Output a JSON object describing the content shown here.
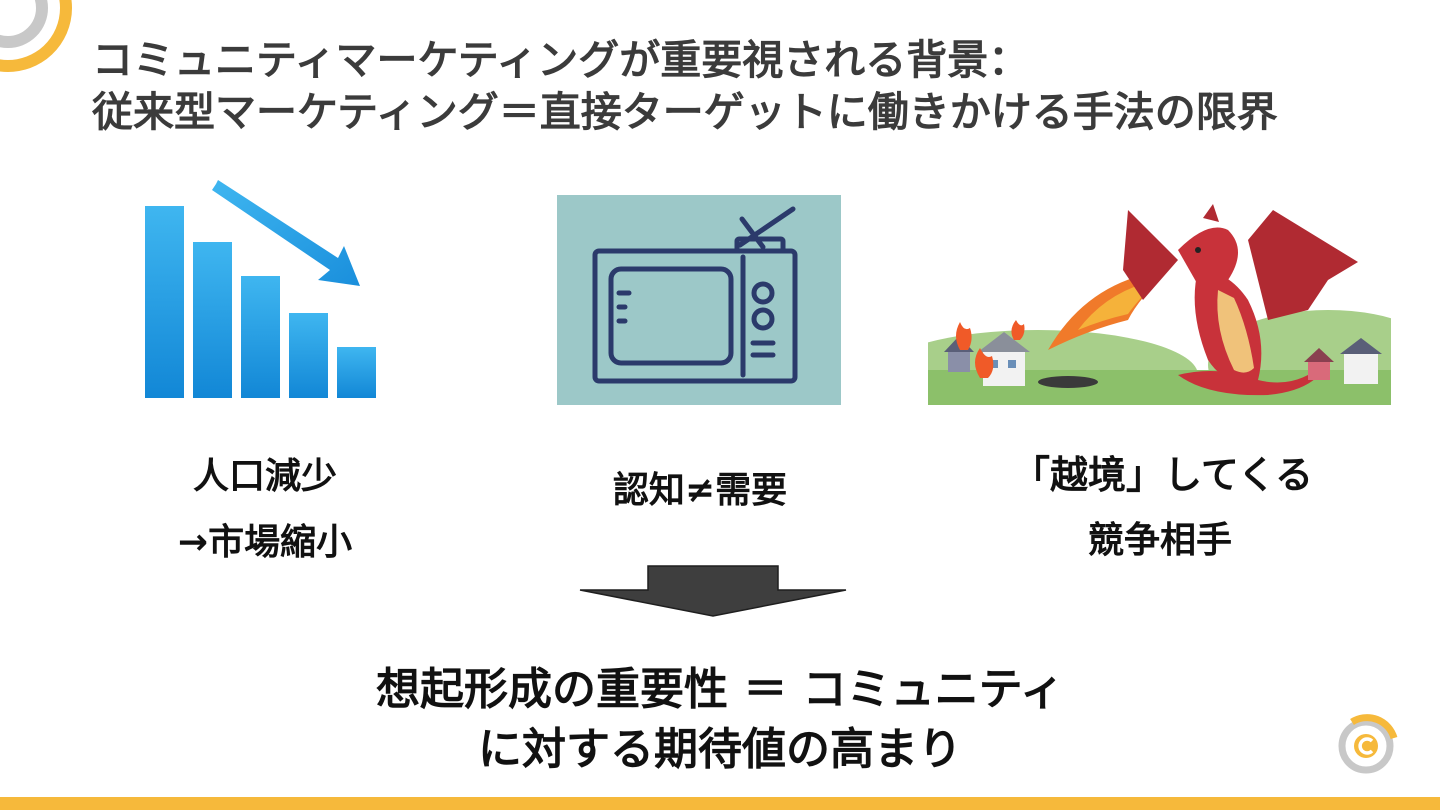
{
  "slide": {
    "title_line1": "コミュニティマーケティングが重要視される背景：",
    "title_line2": "従来型マーケティング＝直接ターゲットに働きかける手法の限界",
    "columns": [
      {
        "icon": "declining-bar-chart",
        "caption_line1": "人口減少",
        "caption_line2": "→市場縮小"
      },
      {
        "icon": "television",
        "caption_line1": "認知≠需要"
      },
      {
        "icon": "dragon-attacking-town",
        "caption_line1": "「越境」してくる",
        "caption_line2": "競争相手"
      }
    ],
    "conclusion_line1": "想起形成の重要性 ＝ コミュニティ",
    "conclusion_line2": "に対する期待値の高まり"
  },
  "colors": {
    "accent_yellow": "#f6b93b",
    "chart_blue": "#2a9fe0",
    "tv_background": "#9cc8c8",
    "tv_outline": "#2b3a6b",
    "dragon_red": "#c8323a",
    "title_gray": "#3b3b3b"
  }
}
